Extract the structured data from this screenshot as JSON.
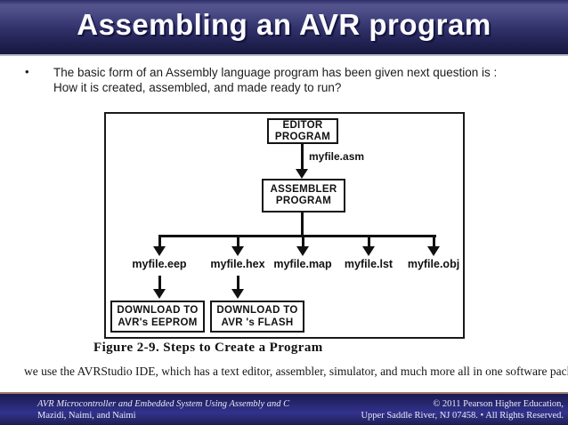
{
  "slide": {
    "title": "Assembling an AVR program",
    "bullet": {
      "marker": "•",
      "line1": "The basic form of an Assembly language program has been given next question is :",
      "line2": "How it is created, assembled, and made ready to run?"
    },
    "figure": {
      "editor_box": [
        "EDITOR",
        "PROGRAM"
      ],
      "assembler_box": [
        "ASSEMBLER",
        "PROGRAM"
      ],
      "asm_file_label": "myfile.asm",
      "outputs": [
        "myfile.eep",
        "myfile.hex",
        "myfile.map",
        "myfile.lst",
        "myfile.obj"
      ],
      "download_eeprom_box": [
        "DOWNLOAD TO",
        "AVR's EEPROM"
      ],
      "download_flash_box": [
        "DOWNLOAD TO",
        "AVR 's FLASH"
      ],
      "caption": "Figure 2-9. Steps to Create a Program"
    },
    "note": "we use the AVRStudio IDE, which has a text editor, assembler, simulator, and much more all in one software package.",
    "footer": {
      "book_title": "AVR Microcontroller and Embedded System Using Assembly and C",
      "authors": "Mazidi, Naimi, and Naimi",
      "copyright_line1": "© 2011   Pearson Higher Education,",
      "copyright_line2": "Upper Saddle River, NJ 07458. • All Rights Reserved."
    },
    "colors": {
      "header_light": "#54548e",
      "header_dark": "#181840",
      "footer_mid": "#32328e",
      "footer_top_edge": "#9c7b6d",
      "title_text": "#fbfbff",
      "body_text": "#1c1c1c",
      "diagram_ink": "#111111"
    }
  }
}
